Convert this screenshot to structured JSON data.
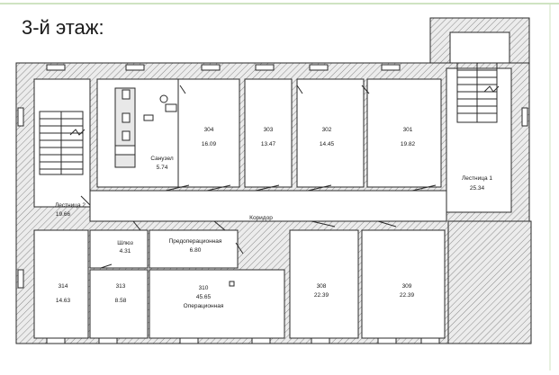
{
  "title": "3-й этаж:",
  "colors": {
    "wall_fill": "#d6d6d6",
    "line": "#2a2a2a",
    "frame": "#cfe3c2",
    "background": "#ffffff"
  },
  "rooms": [
    {
      "id": "304",
      "area": "16.09"
    },
    {
      "id": "303",
      "area": "13.47"
    },
    {
      "id": "302",
      "area": "14.45"
    },
    {
      "id": "301",
      "area": "19.82"
    },
    {
      "id": "314",
      "area": "14.63"
    },
    {
      "id": "313",
      "area": "8.58"
    },
    {
      "id": "310",
      "area": "45.65",
      "name": "Операционная"
    },
    {
      "id": "308",
      "area": "22.39"
    },
    {
      "id": "309",
      "area": "22.39"
    }
  ],
  "labels": {
    "sanuzel": {
      "name": "Санузел",
      "area": "5.74"
    },
    "stair2": {
      "name": "Лестница 2",
      "area": "19.66"
    },
    "stair1": {
      "name": "Лестница 1",
      "area": "25.34"
    },
    "koridor": {
      "name": "Коридор"
    },
    "shlyuz": {
      "name": "Шлюз",
      "area": "4.31"
    },
    "predoper": {
      "name": "Предоперационная",
      "area": "6.80"
    }
  }
}
